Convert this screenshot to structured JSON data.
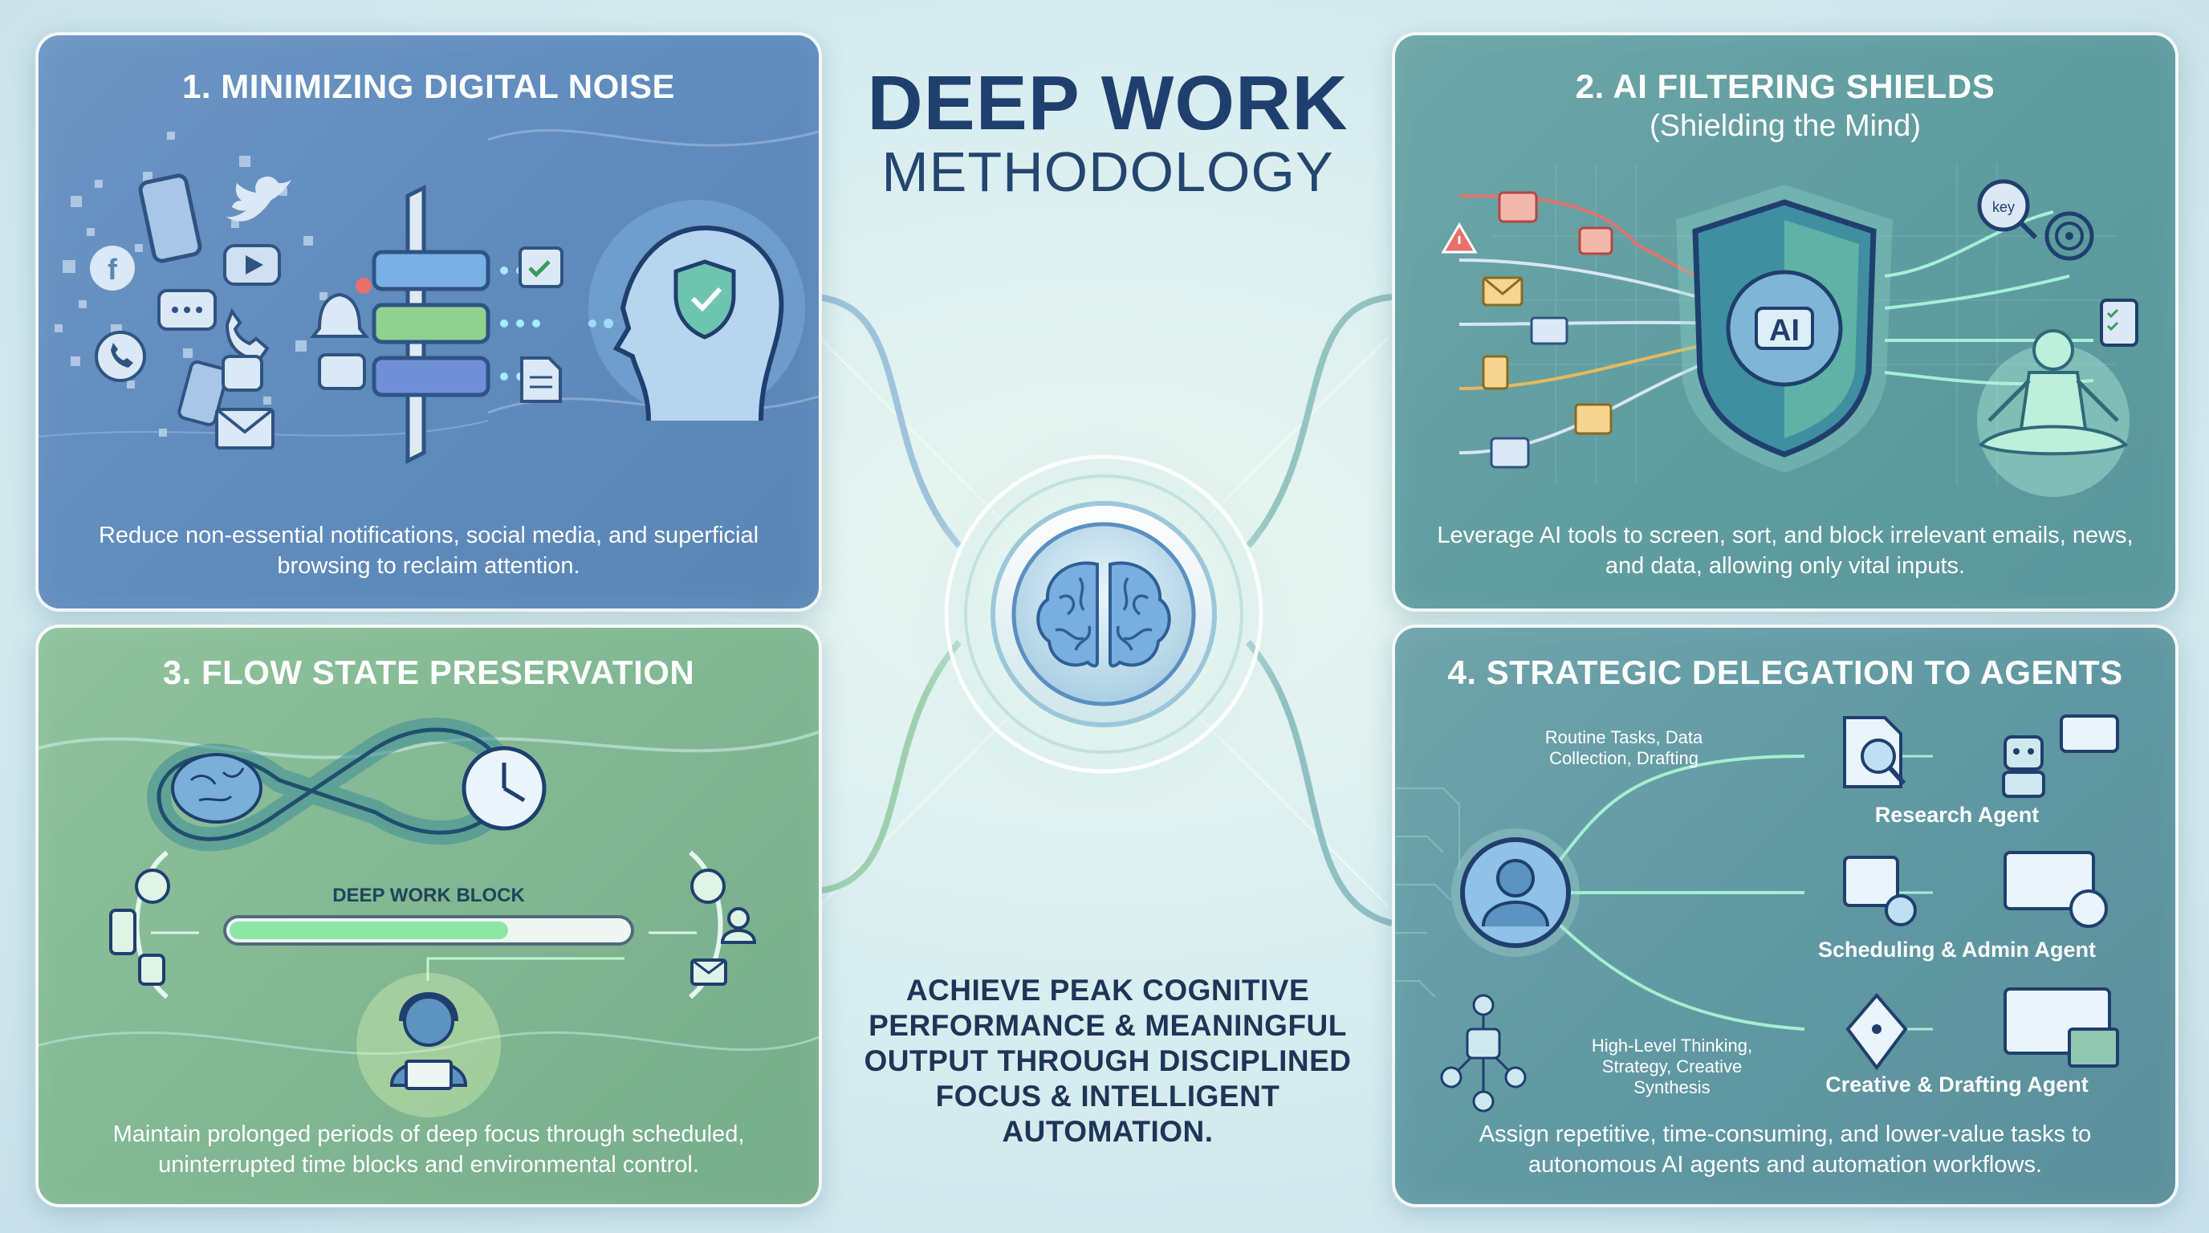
{
  "title": {
    "line1": "DEEP WORK",
    "line2": "METHODOLOGY"
  },
  "tagline": "ACHIEVE PEAK COGNITIVE PERFORMANCE & MEANINGFUL OUTPUT THROUGH DISCIPLINED FOCUS & INTELLIGENT AUTOMATION.",
  "cards": [
    {
      "title": "1. MINIMIZING DIGITAL NOISE",
      "description": "Reduce non-essential notifications, social media, and superficial browsing to reclaim attention."
    },
    {
      "title": "2. AI FILTERING SHIELDS",
      "subtitle": "(Shielding the Mind)",
      "shield_text": "AI",
      "key_text": "key",
      "description": "Leverage AI tools to screen, sort, and block irrelevant emails, news, and data, allowing only vital inputs."
    },
    {
      "title": "3. FLOW STATE PRESERVATION",
      "block_label": "DEEP WORK BLOCK",
      "block_progress": 0.7,
      "description": "Maintain prolonged periods of deep focus through scheduled, uninterrupted time blocks and environmental control."
    },
    {
      "title": "4. STRATEGIC DELEGATION TO AGENTS",
      "task_label": "Routine Tasks, Data Collection, Drafting",
      "thinking_label": "High-Level Thinking, Strategy, Creative Synthesis",
      "agents": [
        "Research Agent",
        "Scheduling & Admin Agent",
        "Creative & Drafting Agent"
      ],
      "description": "Assign repetitive, time-consuming, and lower-value tasks to autonomous AI agents and automation workflows."
    }
  ],
  "colors": {
    "title": "#1f3f6e",
    "card1": "#6390c0",
    "card2": "#5f9ea1",
    "card3": "#82b894",
    "card4": "#6199a4",
    "accent_green": "#9ef0b8"
  },
  "icons": [
    "smartphone-icon",
    "facebook-icon",
    "twitter-icon",
    "youtube-icon",
    "whatsapp-icon",
    "bell-icon",
    "email-icon",
    "chat-icon",
    "phone-icon",
    "calendar-icon",
    "document-icon",
    "head-shield-icon",
    "shield-brain-icon",
    "meditation-icon",
    "target-icon",
    "checklist-icon",
    "brain-icon",
    "infinity-icon",
    "clock-icon",
    "headphones-person-icon",
    "user-icon",
    "robot-icon",
    "network-icon",
    "pen-tool-icon",
    "search-doc-icon",
    "gear-calendar-icon",
    "image-window-icon",
    "warning-icon"
  ]
}
